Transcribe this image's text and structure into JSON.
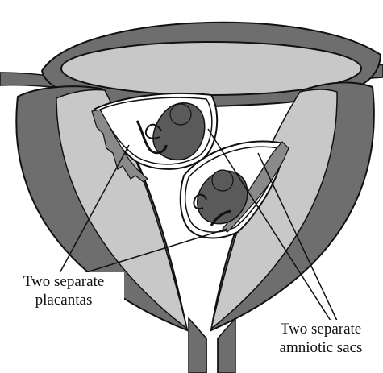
{
  "labels": {
    "placentas": {
      "line1": "Two separate",
      "line2": "placantas"
    },
    "sacs": {
      "line1": "Two separate",
      "line2": "amniotic sacs"
    }
  },
  "colors": {
    "dark_gray": "#6e6e6e",
    "light_gray": "#c8c8c8",
    "outline": "#111111",
    "sac_fill": "#ffffff"
  }
}
